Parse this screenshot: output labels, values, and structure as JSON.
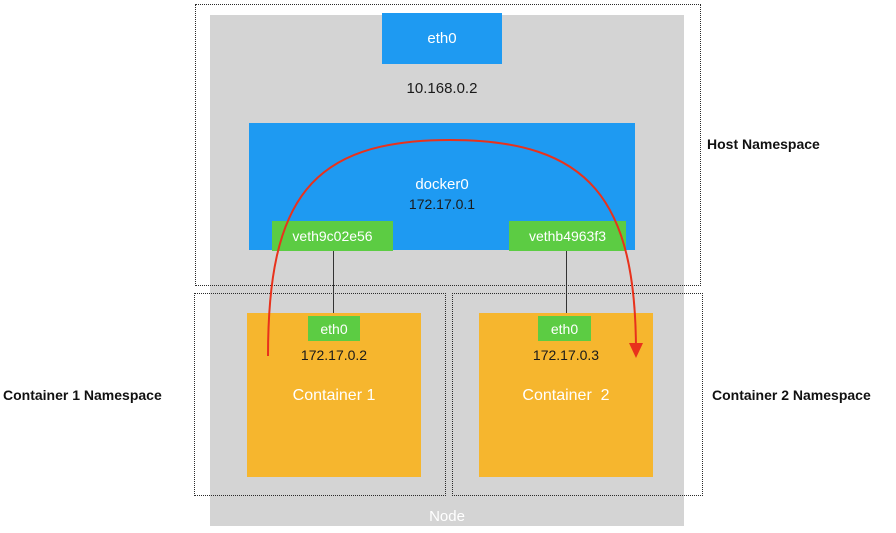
{
  "node": {
    "label": "Node"
  },
  "namespaces": {
    "host": "Host Namespace",
    "container1": "Container 1 Namespace",
    "container2": "Container 2 Namespace"
  },
  "host": {
    "eth0": {
      "label": "eth0",
      "ip": "10.168.0.2"
    },
    "bridge": {
      "label": "docker0",
      "ip": "172.17.0.1"
    },
    "veths": [
      "veth9c02e56",
      "vethb4963f3"
    ]
  },
  "containers": [
    {
      "name": "Container 1",
      "eth0": "eth0",
      "ip": "172.17.0.2"
    },
    {
      "name": "Container  2",
      "eth0": "eth0",
      "ip": "172.17.0.3"
    }
  ],
  "colors": {
    "node": "#d4d4d4",
    "interface_blue": "#1e9af2",
    "veth_green": "#5ccc43",
    "container_orange": "#f6b62e",
    "packet_path_red": "#e8321c"
  }
}
